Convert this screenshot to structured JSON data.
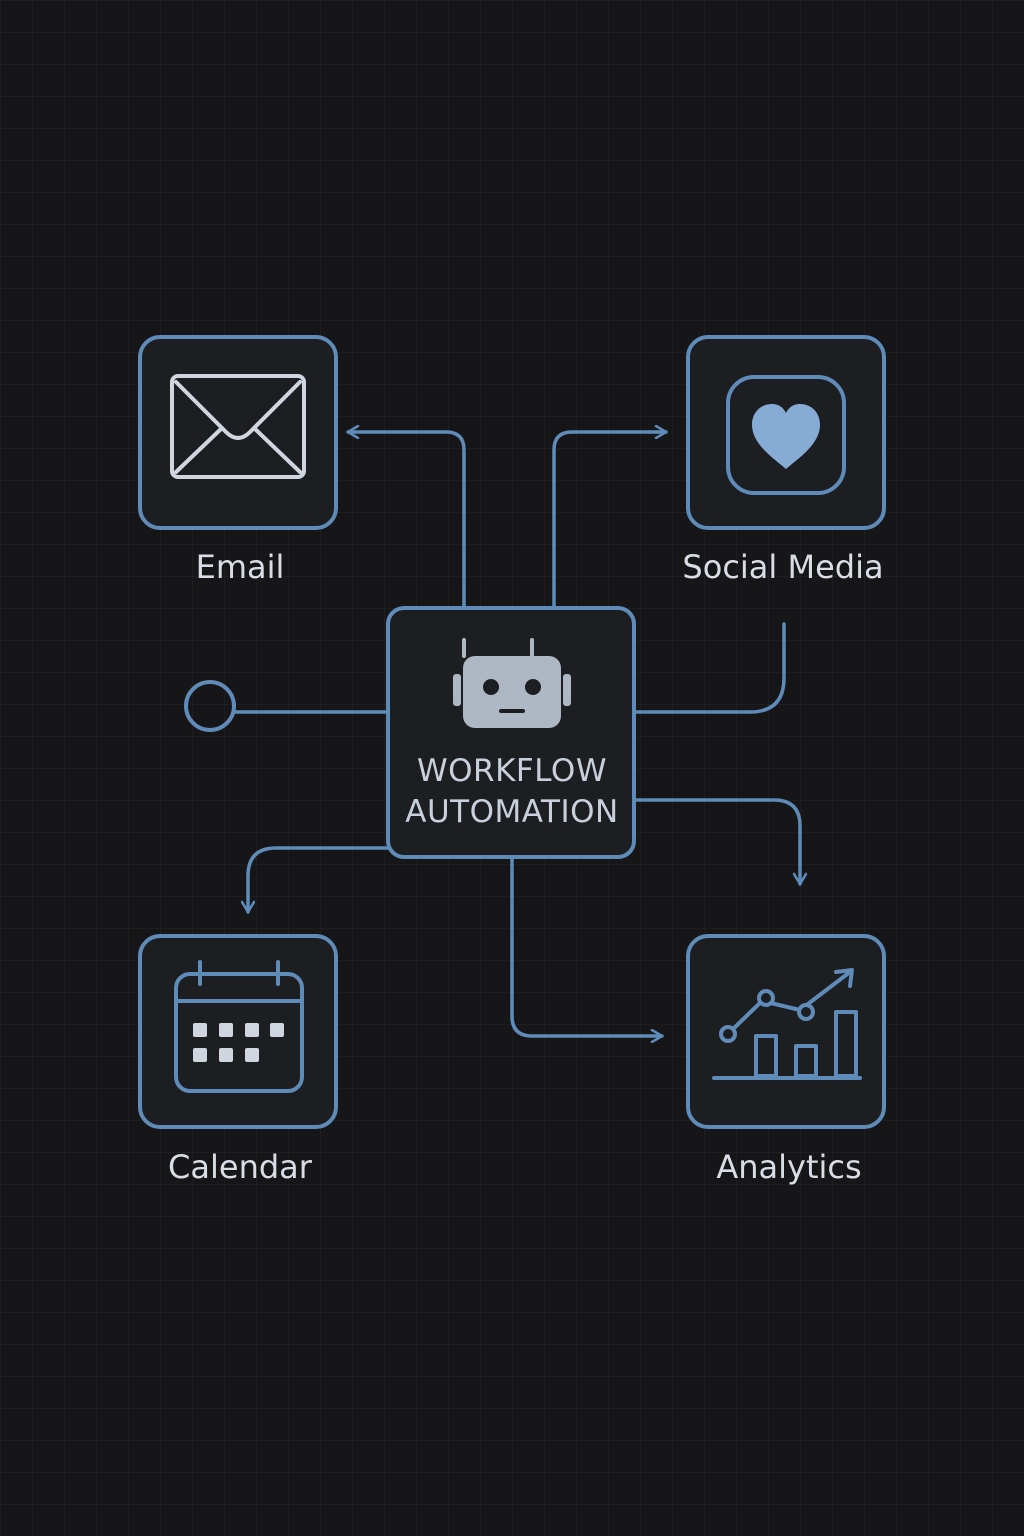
{
  "colors": {
    "background": "#161618",
    "accent": "#5f8bb8",
    "node_fill": "#1d1e22",
    "text": "#d9dee6",
    "icon_light": "#cfd6df",
    "heart": "#86acd6"
  },
  "hub": {
    "line1": "WORKFLOW",
    "line2": "AUTOMATION",
    "icon": "robot-icon"
  },
  "nodes": {
    "email": {
      "label": "Email",
      "icon": "envelope-icon"
    },
    "social": {
      "label": "Social Media",
      "icon": "heart-icon"
    },
    "calendar": {
      "label": "Calendar",
      "icon": "calendar-icon"
    },
    "analytics": {
      "label": "Analytics",
      "icon": "chart-icon"
    }
  }
}
